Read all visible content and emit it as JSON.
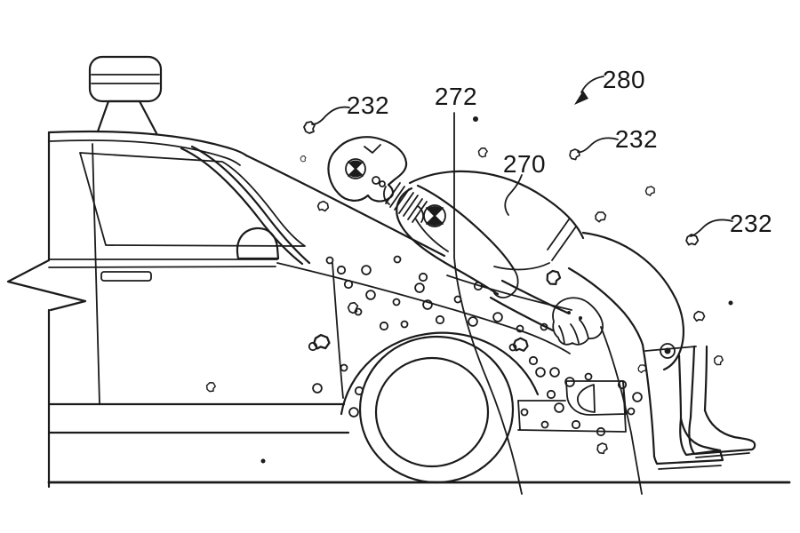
{
  "figure": {
    "labels": {
      "system": "280",
      "pedestrian": "270",
      "adhesive_region": "272",
      "debris_a": "232",
      "debris_b": "232",
      "debris_c": "232"
    },
    "colors": {
      "ink": "#1b1b1b",
      "paper": "#ffffff"
    }
  }
}
